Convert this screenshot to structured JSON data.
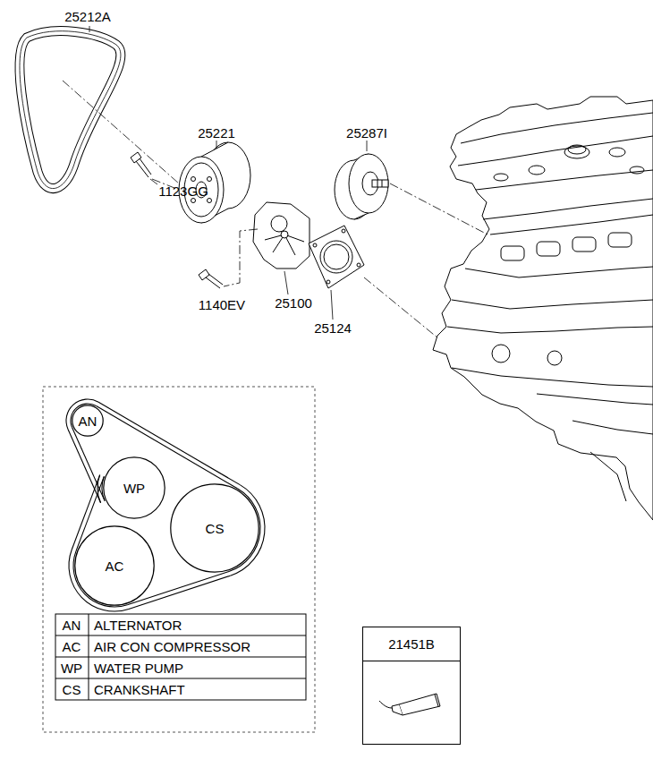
{
  "diagram": {
    "nodes": [
      {
        "text": [
          "AN"
        ]
      },
      {
        "text": [
          "WP"
        ]
      },
      {
        "text": [
          "CS"
        ]
      },
      {
        "text": [
          "AC"
        ]
      },
      {
        "text": [
          "21451B"
        ]
      }
    ],
    "edges": [
      {
        "from": 0,
        "to": 2,
        "arrow": "none"
      },
      {
        "from": 2,
        "to": 3,
        "arrow": "none"
      },
      {
        "from": 3,
        "to": 1,
        "arrow": "none"
      },
      {
        "from": 1,
        "to": 0,
        "arrow": "none"
      }
    ],
    "labels": [
      "25212A",
      "25221",
      "25287I",
      "1123GG",
      "1140EV",
      "25100",
      "25124",
      "AN",
      "ALTERNATOR",
      "AC",
      "AIR CON COMPRESSOR",
      "WP",
      "WATER PUMP",
      "CS",
      "CRANKSHAFT"
    ]
  }
}
